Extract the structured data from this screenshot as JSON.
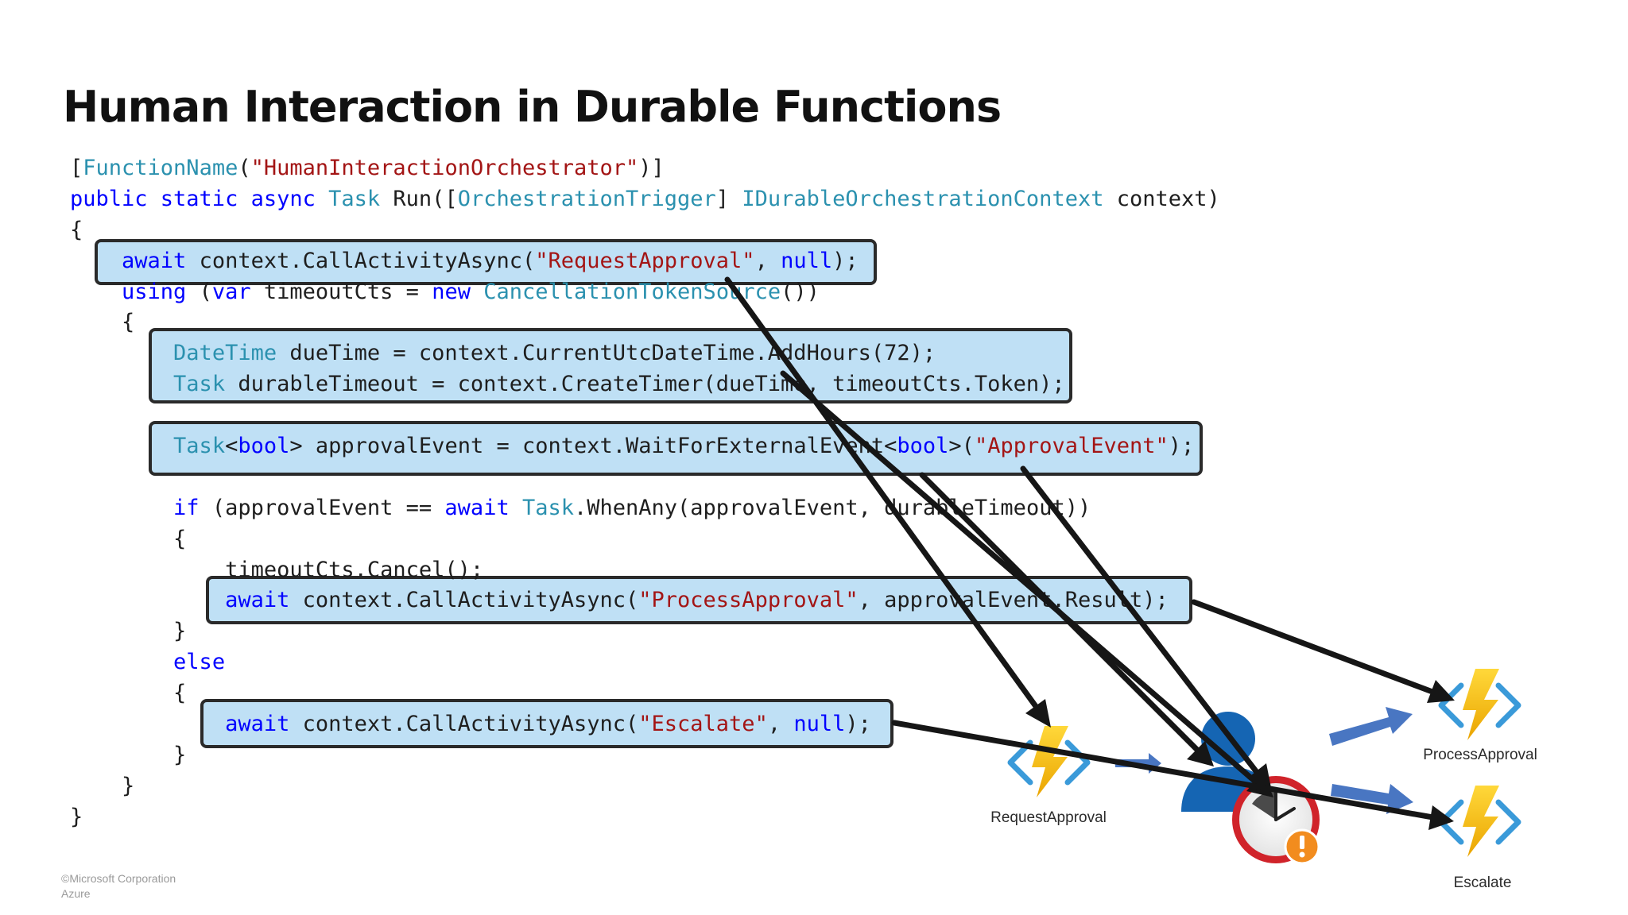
{
  "title": "Human Interaction in Durable Functions",
  "code_lines": [
    {
      "indent": 0,
      "tokens": [
        [
          "plain",
          "["
        ],
        [
          "type",
          "FunctionName"
        ],
        [
          "plain",
          "("
        ],
        [
          "str",
          "\"HumanInteractionOrchestrator\""
        ],
        [
          "plain",
          ")]"
        ]
      ]
    },
    {
      "indent": 0,
      "tokens": [
        [
          "kw",
          "public static async "
        ],
        [
          "type",
          "Task"
        ],
        [
          "plain",
          " Run(["
        ],
        [
          "type",
          "OrchestrationTrigger"
        ],
        [
          "plain",
          "] "
        ],
        [
          "type",
          "IDurableOrchestrationContext"
        ],
        [
          "plain",
          " context)"
        ]
      ]
    },
    {
      "indent": 0,
      "tokens": [
        [
          "plain",
          "{"
        ]
      ]
    },
    {
      "indent": 4,
      "tokens": [
        [
          "kw",
          "await"
        ],
        [
          "plain",
          " context.CallActivityAsync("
        ],
        [
          "str",
          "\"RequestApproval\""
        ],
        [
          "plain",
          ", "
        ],
        [
          "kw",
          "null"
        ],
        [
          "plain",
          ");"
        ]
      ]
    },
    {
      "indent": 4,
      "tokens": [
        [
          "kw",
          "using"
        ],
        [
          "plain",
          " ("
        ],
        [
          "kw",
          "var"
        ],
        [
          "plain",
          " timeoutCts = "
        ],
        [
          "kw",
          "new "
        ],
        [
          "type",
          "CancellationTokenSource"
        ],
        [
          "plain",
          "())"
        ]
      ]
    },
    {
      "indent": 4,
      "tokens": [
        [
          "plain",
          "{"
        ]
      ]
    },
    {
      "indent": 8,
      "tokens": [
        [
          "type",
          "DateTime"
        ],
        [
          "plain",
          " dueTime = context.CurrentUtcDateTime.AddHours(72);"
        ]
      ]
    },
    {
      "indent": 8,
      "tokens": [
        [
          "type",
          "Task"
        ],
        [
          "plain",
          " durableTimeout = context.CreateTimer(dueTime, timeoutCts.Token);"
        ]
      ]
    },
    {
      "indent": 0,
      "tokens": []
    },
    {
      "indent": 8,
      "tokens": [
        [
          "type",
          "Task"
        ],
        [
          "plain",
          "<"
        ],
        [
          "kw",
          "bool"
        ],
        [
          "plain",
          "> approvalEvent = context.WaitForExternalEvent<"
        ],
        [
          "kw",
          "bool"
        ],
        [
          "plain",
          ">("
        ],
        [
          "str",
          "\"ApprovalEvent\""
        ],
        [
          "plain",
          ");"
        ]
      ]
    },
    {
      "indent": 0,
      "tokens": []
    },
    {
      "indent": 8,
      "tokens": [
        [
          "kw",
          "if"
        ],
        [
          "plain",
          " (approvalEvent == "
        ],
        [
          "kw",
          "await "
        ],
        [
          "type",
          "Task"
        ],
        [
          "plain",
          ".WhenAny(approvalEvent, durableTimeout))"
        ]
      ]
    },
    {
      "indent": 8,
      "tokens": [
        [
          "plain",
          "{"
        ]
      ]
    },
    {
      "indent": 12,
      "tokens": [
        [
          "plain",
          "timeoutCts.Cancel();"
        ]
      ]
    },
    {
      "indent": 12,
      "tokens": [
        [
          "kw",
          "await"
        ],
        [
          "plain",
          " context.CallActivityAsync("
        ],
        [
          "str",
          "\"ProcessApproval\""
        ],
        [
          "plain",
          ", approvalEvent.Result);"
        ]
      ]
    },
    {
      "indent": 8,
      "tokens": [
        [
          "plain",
          "}"
        ]
      ]
    },
    {
      "indent": 8,
      "tokens": [
        [
          "kw",
          "else"
        ]
      ]
    },
    {
      "indent": 8,
      "tokens": [
        [
          "plain",
          "{"
        ]
      ]
    },
    {
      "indent": 12,
      "tokens": [
        [
          "kw",
          "await"
        ],
        [
          "plain",
          " context.CallActivityAsync("
        ],
        [
          "str",
          "\"Escalate\""
        ],
        [
          "plain",
          ", "
        ],
        [
          "kw",
          "null"
        ],
        [
          "plain",
          ");"
        ]
      ]
    },
    {
      "indent": 8,
      "tokens": [
        [
          "plain",
          "}"
        ]
      ]
    },
    {
      "indent": 4,
      "tokens": [
        [
          "plain",
          "}"
        ]
      ]
    },
    {
      "indent": 0,
      "tokens": [
        [
          "plain",
          "}"
        ]
      ]
    }
  ],
  "functions": {
    "request_approval": "RequestApproval",
    "process_approval": "ProcessApproval",
    "escalate": "Escalate"
  },
  "icons": {
    "function": "azure-function-icon",
    "user": "user-icon",
    "timer": "timer-clock-icon",
    "warning": "warning-icon"
  },
  "colors": {
    "highlight_fill": "#bfe0f5",
    "highlight_border": "#2a2a2a",
    "keyword": "#0000ff",
    "type": "#2b91af",
    "string": "#a31515",
    "function_bolt": "#f2c30f",
    "function_bracket": "#3a9ad9",
    "flow_arrow": "#3f6fbf",
    "user": "#1565b3",
    "timer_ring": "#d0232a",
    "warning": "#f28c1e"
  },
  "footer": {
    "copyright": "©Microsoft Corporation",
    "product": "Azure"
  }
}
